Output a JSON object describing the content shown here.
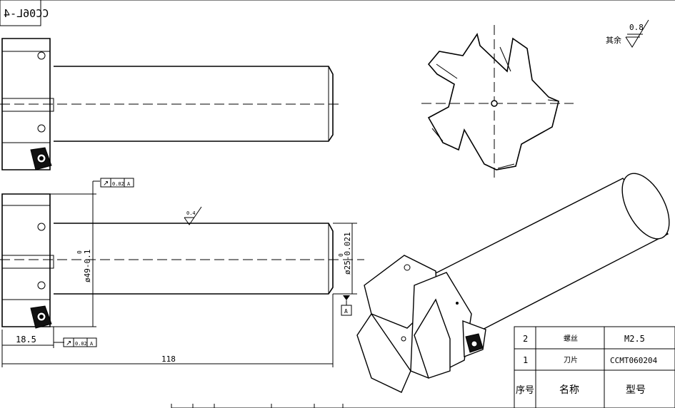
{
  "drawing_number": "CC06L-4",
  "surface_finish": {
    "prefix": "其余",
    "value": "0.8",
    "shaft_value": "0.4"
  },
  "tolerance_frames": [
    {
      "symbol": "↗",
      "value": "0.02",
      "datum": "A"
    },
    {
      "symbol": "↗",
      "value": "0.02",
      "datum": "A"
    }
  ],
  "datum_label": "A",
  "dimensions": {
    "body_diameter_text": "ø49-0.1",
    "body_diameter_upper": "0",
    "shank_diameter_text": "ø25-0.021",
    "shank_diameter_upper": "0",
    "head_width": "18.5",
    "overall_length": "118"
  },
  "parts_table": {
    "headers": [
      "序号",
      "名称",
      "型号"
    ],
    "rows": [
      {
        "no": "2",
        "name": "螺丝",
        "model": "M2.5"
      },
      {
        "no": "1",
        "name": "刀片",
        "model": "CCMT060204"
      }
    ]
  }
}
